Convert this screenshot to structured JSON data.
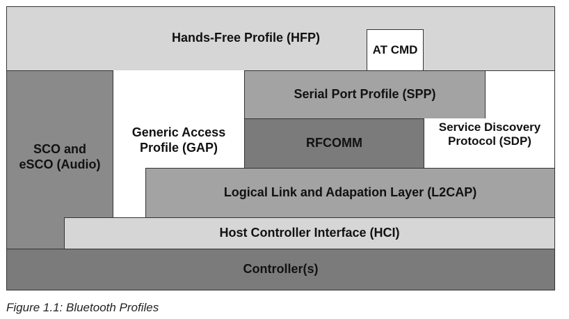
{
  "diagram": {
    "blocks": {
      "hfp": "Hands-Free Profile (HFP)",
      "at_cmd": "AT CMD",
      "sco": "SCO and\neSCO (Audio)",
      "gap": "Generic Access\nProfile (GAP)",
      "spp": "Serial Port Profile (SPP)",
      "rfcomm": "RFCOMM",
      "sdp": "Service Discovery\nProtocol (SDP)",
      "l2cap": "Logical Link and Adapation Layer (L2CAP)",
      "hci": "Host Controller Interface (HCI)",
      "controller": "Controller(s)"
    }
  },
  "caption": "Figure 1.1: Bluetooth Profiles"
}
